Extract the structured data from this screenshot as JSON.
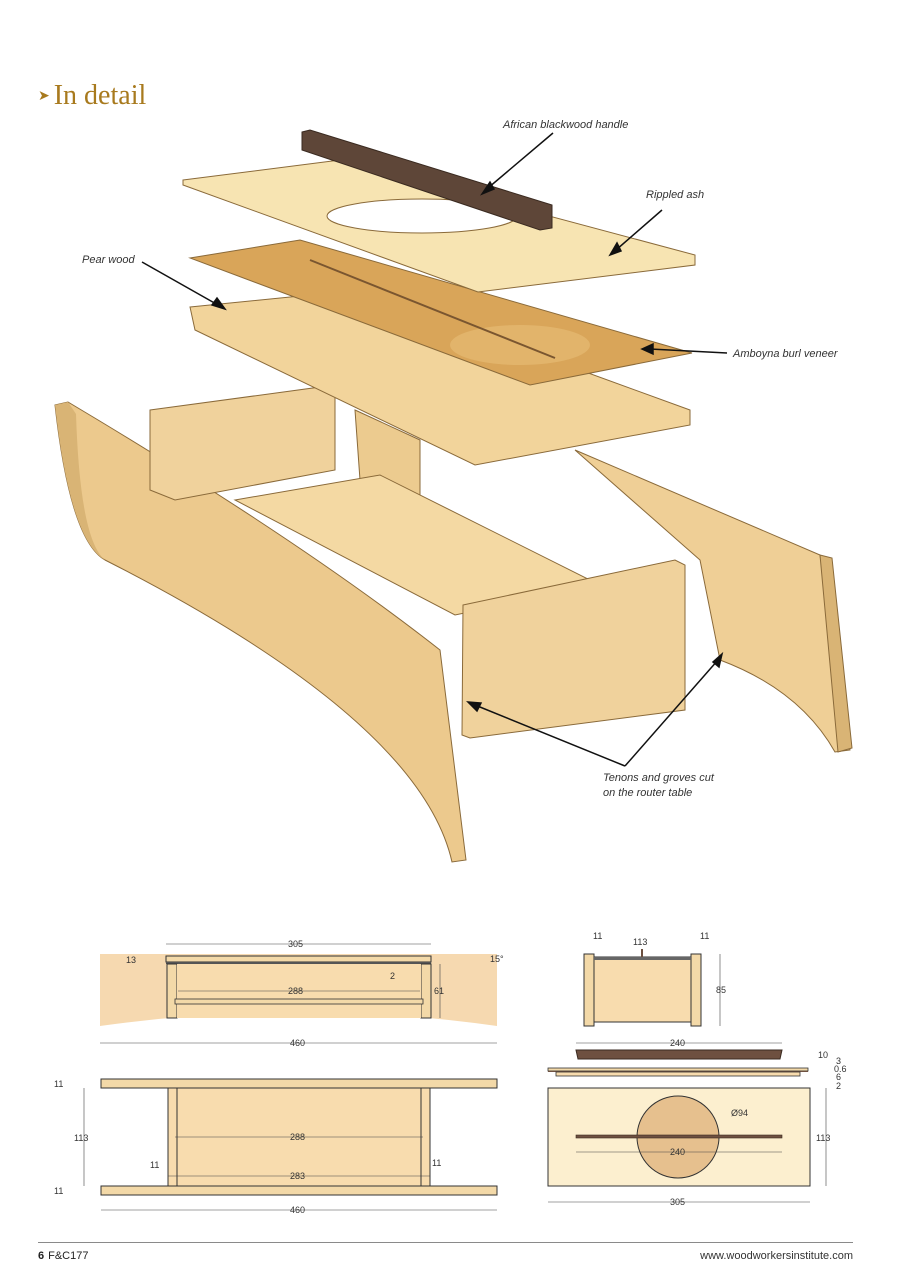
{
  "header": {
    "bullet": "➤",
    "title": "In detail"
  },
  "callouts": [
    {
      "id": "handle",
      "text": "African blackwood handle"
    },
    {
      "id": "ash",
      "text": "Rippled ash"
    },
    {
      "id": "pear",
      "text": "Pear wood"
    },
    {
      "id": "amboyna",
      "text": "Amboyna burl veneer"
    },
    {
      "id": "tenons_line1",
      "text": "Tenons and groves cut"
    },
    {
      "id": "tenons_line2",
      "text": "on the router table"
    }
  ],
  "drawings": {
    "front_elevation": {
      "top_width": "305",
      "top_thickness": "13",
      "groove": "2",
      "inner_width": "288",
      "height": "61",
      "angle": "15°",
      "overall_width": "460"
    },
    "plan_view": {
      "side_thickness_top": "11",
      "depth": "113",
      "inner_width": "288",
      "end_thickness": "11",
      "end_thickness_right": "11",
      "bottom_width": "283",
      "side_thickness_bottom": "11",
      "overall_width": "460"
    },
    "end_elevation": {
      "left_thickness": "11",
      "inner_depth": "113",
      "right_thickness": "11",
      "height": "85"
    },
    "lid_section": {
      "handle_length": "240",
      "handle_height": "10",
      "layer_ash": "3",
      "layer_veneer": "0.6",
      "layer_pear": "6",
      "lip": "2"
    },
    "lid_plan": {
      "hole_diameter": "Ø94",
      "slot_length": "240",
      "depth": "113",
      "width": "305"
    }
  },
  "footer": {
    "page": "6",
    "issue": "F&C177",
    "url": "www.woodworkersinstitute.com"
  },
  "colors": {
    "title": "#a87a1e",
    "wood_light": "#f3d9a8",
    "wood_pale": "#fcefcf",
    "blackwood": "#6b4f3f",
    "hole": "#e6c08e"
  }
}
